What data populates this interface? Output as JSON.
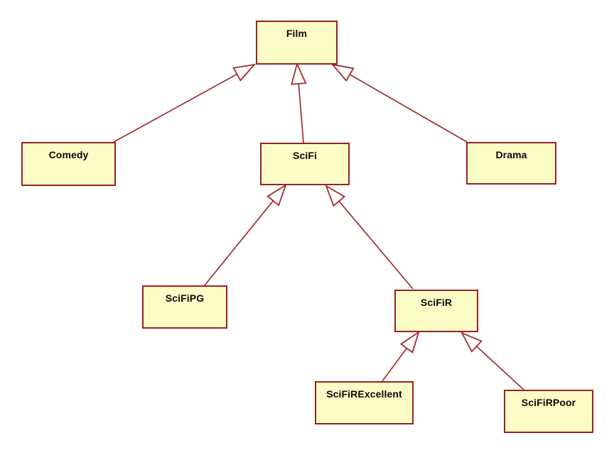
{
  "diagram": {
    "type": "uml-class-inheritance",
    "nodes": [
      {
        "id": "film",
        "label": "Film"
      },
      {
        "id": "comedy",
        "label": "Comedy"
      },
      {
        "id": "scifi",
        "label": "SciFi"
      },
      {
        "id": "drama",
        "label": "Drama"
      },
      {
        "id": "scifipg",
        "label": "SciFiPG"
      },
      {
        "id": "scifir",
        "label": "SciFiR"
      },
      {
        "id": "scifirexcellent",
        "label": "SciFiRExcellent"
      },
      {
        "id": "scifirpoor",
        "label": "SciFiRPoor"
      }
    ],
    "edges": [
      {
        "child": "Comedy",
        "parent": "Film",
        "type": "generalization"
      },
      {
        "child": "SciFi",
        "parent": "Film",
        "type": "generalization"
      },
      {
        "child": "Drama",
        "parent": "Film",
        "type": "generalization"
      },
      {
        "child": "SciFiPG",
        "parent": "SciFi",
        "type": "generalization"
      },
      {
        "child": "SciFiR",
        "parent": "SciFi",
        "type": "generalization"
      },
      {
        "child": "SciFiRExcellent",
        "parent": "SciFiR",
        "type": "generalization"
      },
      {
        "child": "SciFiRPoor",
        "parent": "SciFiR",
        "type": "generalization"
      }
    ],
    "colors": {
      "node_fill": "#FCFCC6",
      "node_border": "#9B2121",
      "edge": "#A22C2C",
      "text": "#0A0A0A",
      "background": "#FFFFFF"
    }
  }
}
